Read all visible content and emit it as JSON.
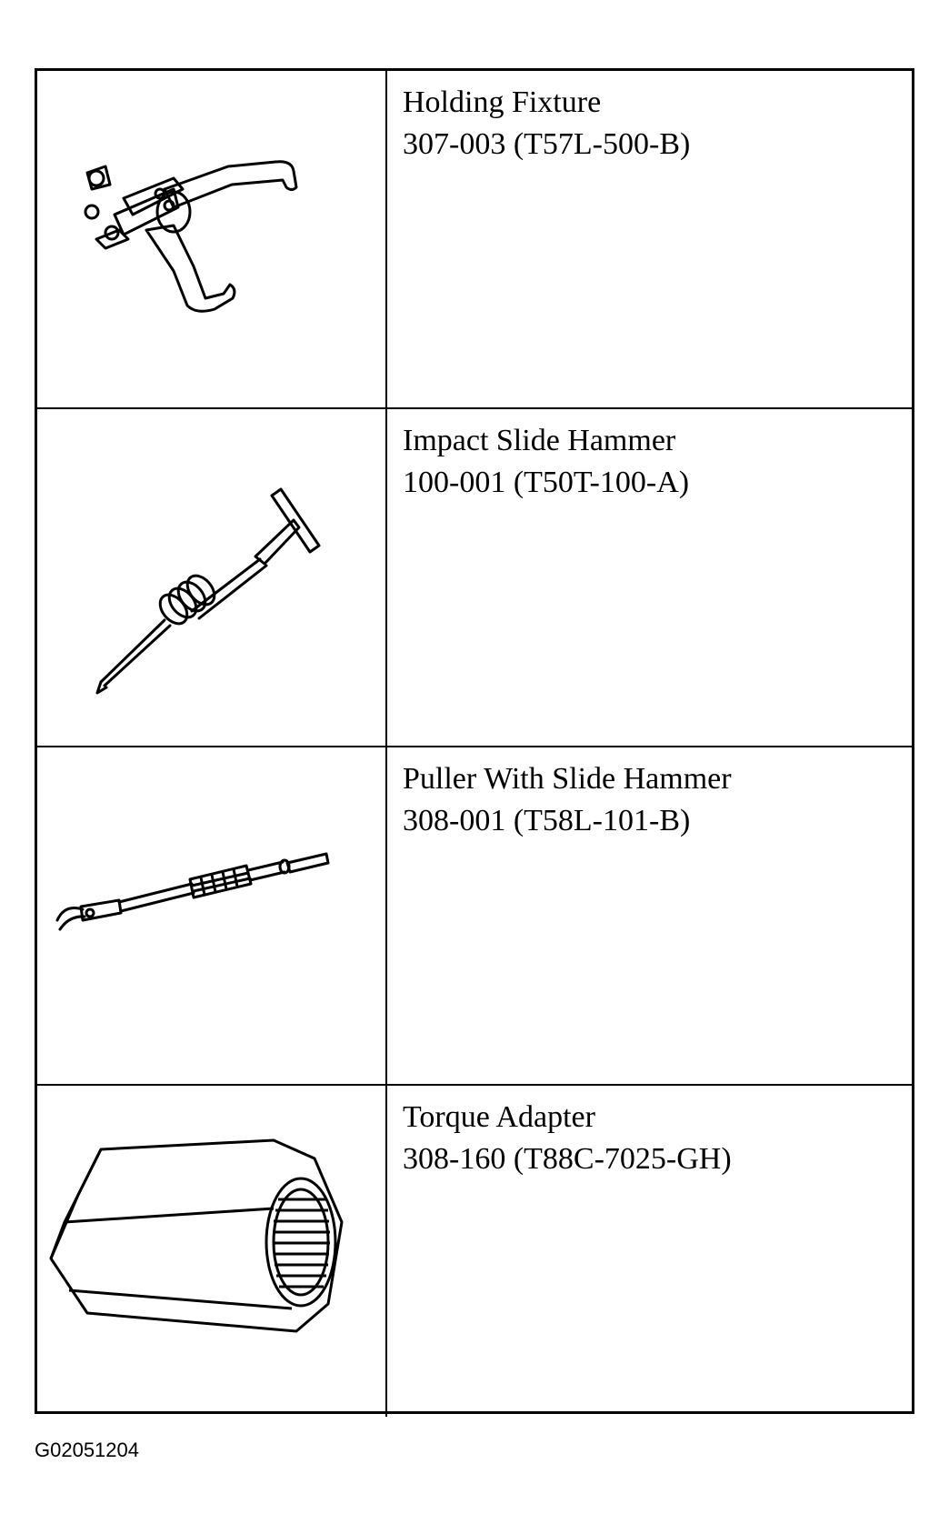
{
  "tools": [
    {
      "name": "Holding Fixture",
      "number": "307-003 (T57L-500-B)",
      "icon": "holding-fixture-icon"
    },
    {
      "name": "Impact Slide Hammer",
      "number": "100-001 (T50T-100-A)",
      "icon": "impact-slide-hammer-icon"
    },
    {
      "name": "Puller With Slide Hammer",
      "number": "308-001 (T58L-101-B)",
      "icon": "puller-slide-hammer-icon"
    },
    {
      "name": "Torque Adapter",
      "number": "308-160 (T88C-7025-GH)",
      "icon": "torque-adapter-icon"
    }
  ],
  "figure_id": "G02051204"
}
